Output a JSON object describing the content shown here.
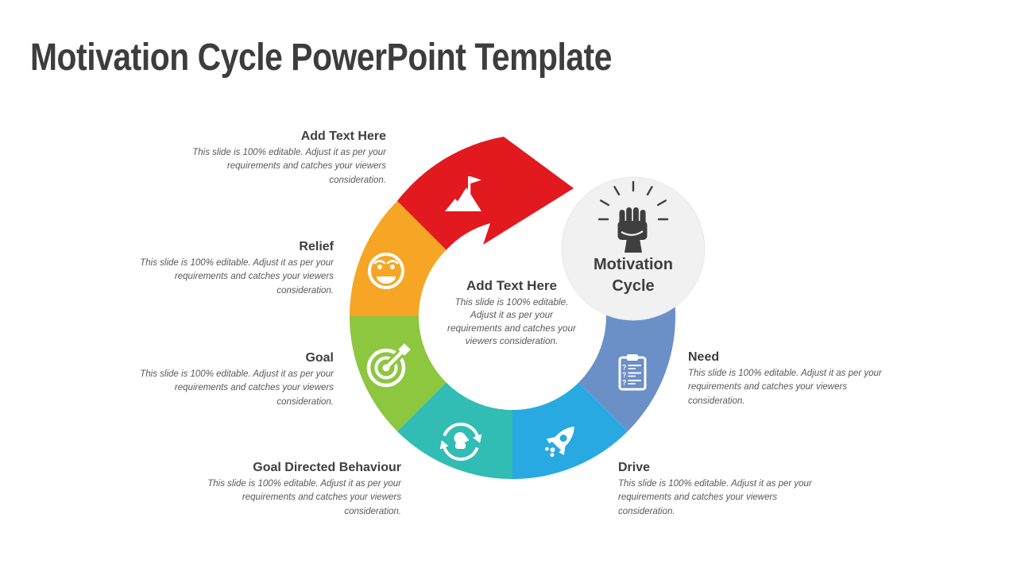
{
  "slide": {
    "title": "Motivation Cycle PowerPoint Template",
    "editable_text": "This slide is 100% editable. Adjust it as per your requirements and catches your viewers consideration.",
    "center": {
      "heading": "Add Text Here"
    },
    "badge": {
      "line1": "Motivation",
      "line2": "Cycle",
      "icon": "raised-fist-icon",
      "bg": "#F1F1F1",
      "ink": "#3F3F3F"
    },
    "glyphs": {
      "question_mark": "?"
    },
    "items": [
      {
        "label": "Add Text Here",
        "icon": "mountain-flag-icon",
        "color": "#E2191F"
      },
      {
        "label": "Relief",
        "icon": "smiley-face-icon",
        "color": "#F7A524"
      },
      {
        "label": "Goal",
        "icon": "target-arrow-icon",
        "color": "#8DC63F"
      },
      {
        "label": "Goal Directed Behaviour",
        "icon": "head-refresh-icon",
        "color": "#31BCB4"
      },
      {
        "label": "Drive",
        "icon": "rocket-icon",
        "color": "#29A9E1"
      },
      {
        "label": "Need",
        "icon": "clipboard-questions-icon",
        "color": "#6B8FC7"
      }
    ],
    "text_colors": {
      "title": "#3D3D3D",
      "heading": "#3F3F3F",
      "body": "#595959"
    }
  }
}
